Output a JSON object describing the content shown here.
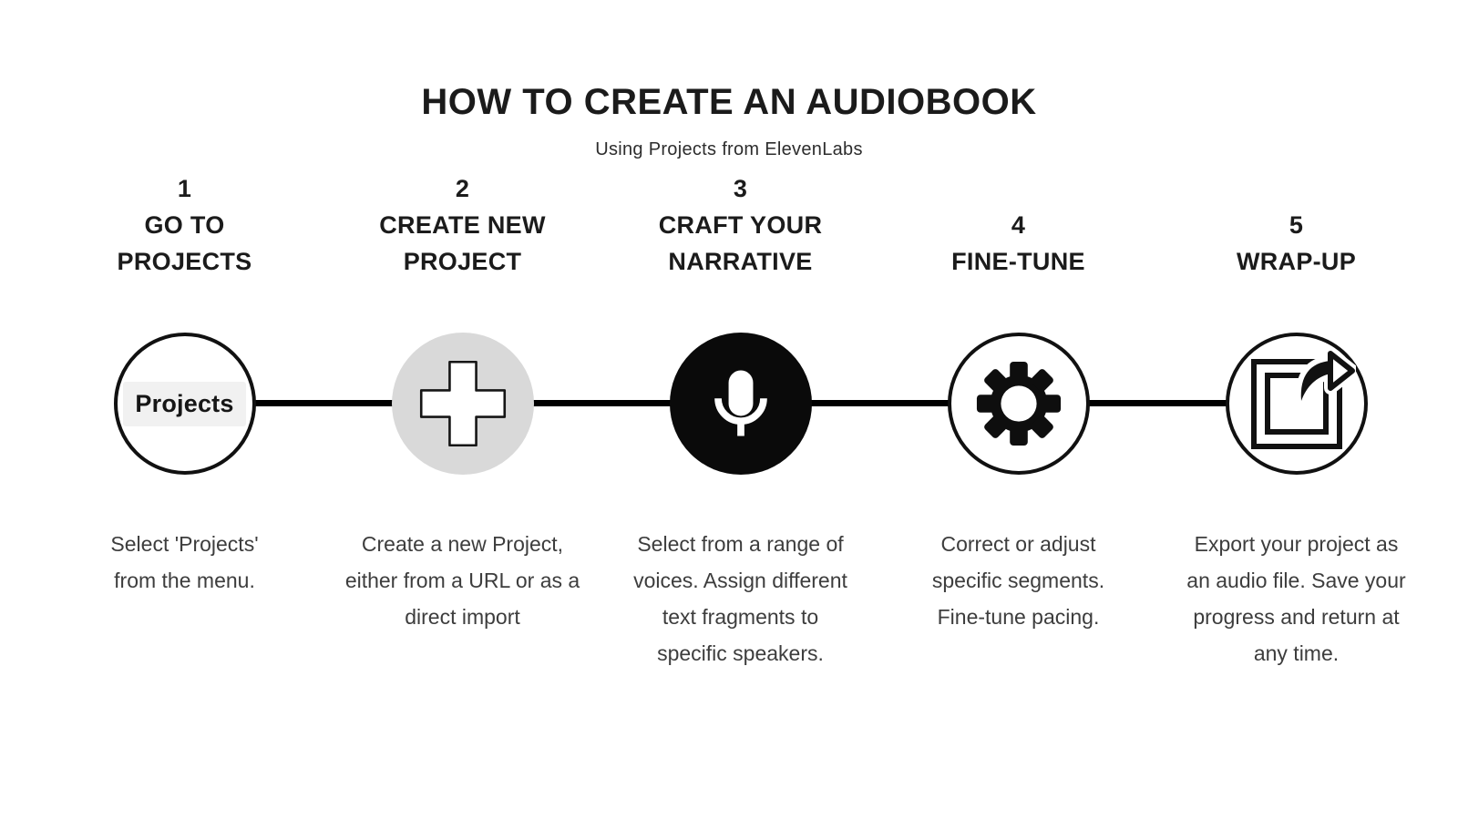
{
  "header": {
    "title": "HOW TO CREATE AN AUDIOBOOK",
    "subtitle": "Using Projects from ElevenLabs"
  },
  "colors": {
    "background": "#ffffff",
    "ink": "#111111",
    "body_text": "#3d3d3d",
    "connector": "#000000",
    "step2_circle_fill": "#d9d9d9",
    "step3_circle_fill": "#0a0a0a",
    "projects_chip_bg": "#f1f1f1"
  },
  "steps": [
    {
      "number": "1",
      "title": "GO TO\nPROJECTS",
      "icon": "projects-label",
      "icon_label": "Projects",
      "description": "Select 'Projects'\nfrom the menu."
    },
    {
      "number": "2",
      "title": "CREATE NEW\nPROJECT",
      "icon": "plus-icon",
      "description": "Create a new Project,\neither from a URL or as a\ndirect import"
    },
    {
      "number": "3",
      "title": "CRAFT YOUR\nNARRATIVE",
      "icon": "microphone-icon",
      "description": "Select from a range of\nvoices. Assign different\ntext fragments to\nspecific speakers."
    },
    {
      "number": "4",
      "title": "FINE-TUNE",
      "icon": "gear-icon",
      "description": "Correct or adjust\nspecific segments.\nFine-tune pacing."
    },
    {
      "number": "5",
      "title": "WRAP-UP",
      "icon": "export-icon",
      "description": "Export your project as\nan audio file. Save your\nprogress and return at\nany time."
    }
  ]
}
